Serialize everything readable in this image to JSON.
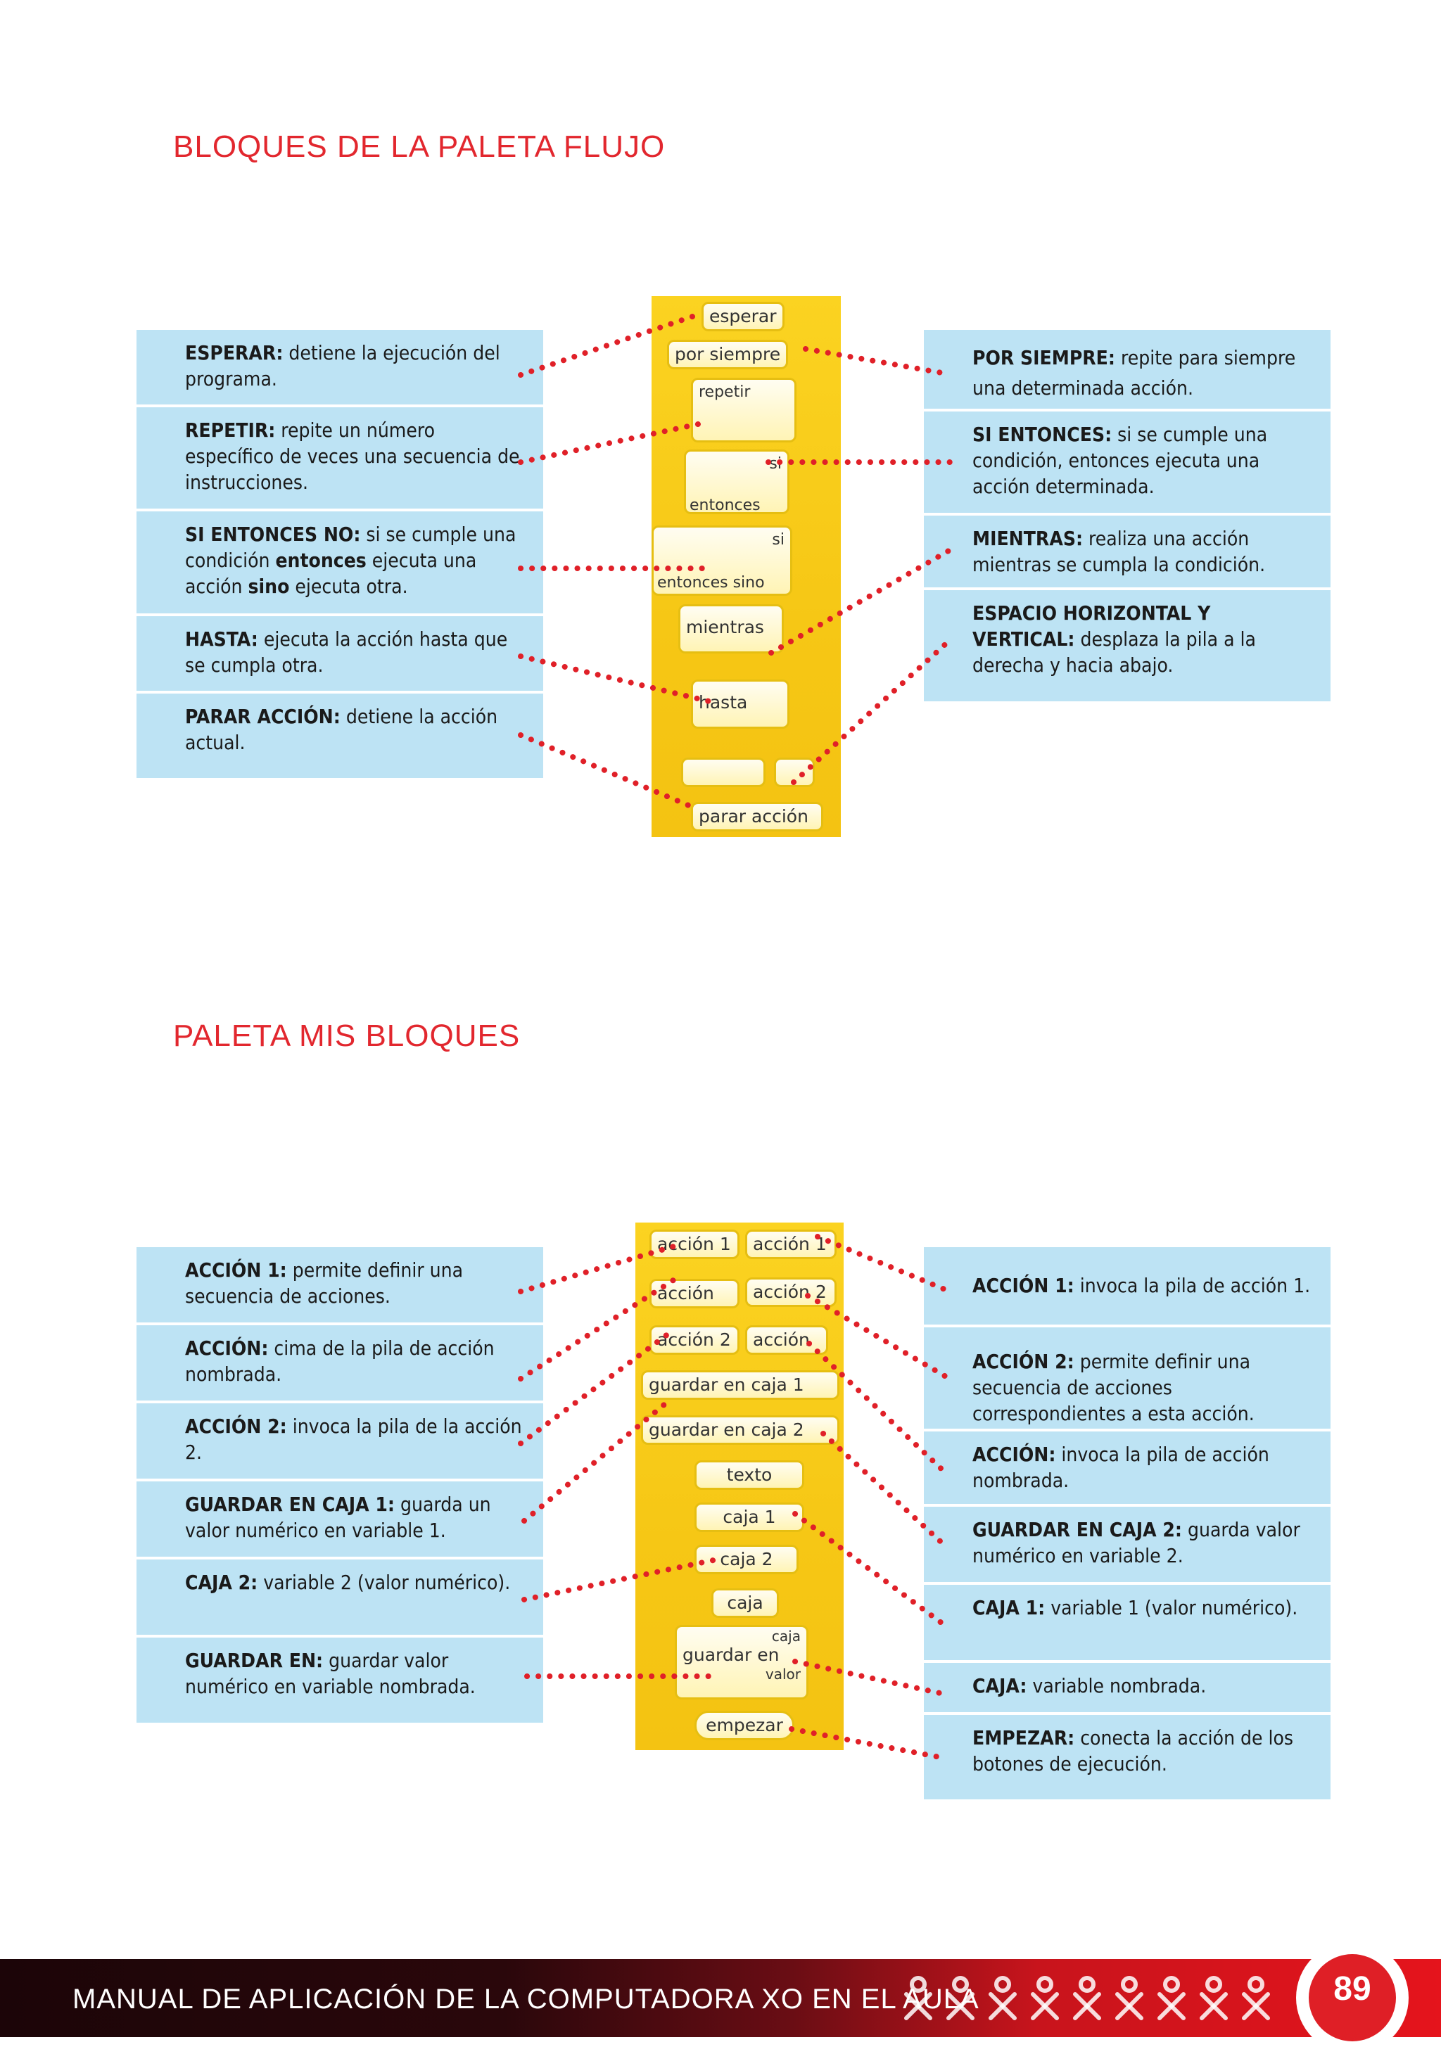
{
  "sections": [
    {
      "title": "BLOQUES DE LA PALETA FLUJO",
      "left_items": [
        {
          "term": "ESPERAR:",
          "desc": " detiene la ejecución del programa."
        },
        {
          "term": "REPETIR:",
          "desc": " repite un número específico de veces una secuencia de instrucciones."
        },
        {
          "term": "SI ENTONCES NO:",
          "desc": " si se cumple una condición ",
          "term2": "entonces",
          "desc2": " ejecuta una acción ",
          "term3": "sino",
          "desc3": " ejecuta otra."
        },
        {
          "term": "HASTA:",
          "desc": " ejecuta la acción hasta que se cumpla otra."
        },
        {
          "term": "PARAR ACCIÓN:",
          "desc": " detiene la acción actual."
        }
      ],
      "right_items": [
        {
          "term": "POR SIEMPRE:",
          "desc": " repite para siempre una determinada acción."
        },
        {
          "term": "SI ENTONCES:",
          "desc": " si se cumple una condición, entonces ejecuta una acción determinada."
        },
        {
          "term": "MIENTRAS:",
          "desc": " realiza una acción mientras se cumpla la condición."
        },
        {
          "term": "ESPACIO HORIZONTAL Y VERTICAL:",
          "desc": " desplaza la pila a la derecha y hacia abajo."
        }
      ],
      "palette_blocks": [
        "esperar",
        "por siempre",
        "repetir",
        "si",
        "entonces",
        "si",
        "entonces sino",
        "mientras",
        "hasta",
        "parar acción"
      ]
    },
    {
      "title": "PALETA MIS BLOQUES",
      "left_items": [
        {
          "term": "ACCIÓN 1:",
          "desc": " permite definir una secuencia de acciones."
        },
        {
          "term": "ACCIÓN:",
          "desc": " cima de la pila de acción nombrada."
        },
        {
          "term": "ACCIÓN 2:",
          "desc": " invoca la pila de la acción 2."
        },
        {
          "term": "GUARDAR EN CAJA 1:",
          "desc": " guarda un valor numérico en variable 1."
        },
        {
          "term": "CAJA 2:",
          "desc": " variable 2 (valor numérico)."
        },
        {
          "term": "GUARDAR EN:",
          "desc": " guardar valor numérico en variable nombrada."
        }
      ],
      "right_items": [
        {
          "term": "ACCIÓN 1:",
          "desc": " invoca la pila de acción 1."
        },
        {
          "term": "ACCIÓN 2:",
          "desc": " permite definir una secuencia de acciones correspondientes a esta acción."
        },
        {
          "term": "ACCIÓN:",
          "desc": " invoca la pila de acción nombrada."
        },
        {
          "term": "GUARDAR EN CAJA 2:",
          "desc": " guarda valor numérico en variable 2."
        },
        {
          "term": "CAJA 1:",
          "desc": " variable 1 (valor numérico)."
        },
        {
          "term": "CAJA:",
          "desc": " variable nombrada."
        },
        {
          "term": "EMPEZAR:",
          "desc": " conecta la acción de los botones de ejecución."
        }
      ],
      "palette_blocks": [
        "acción 1",
        "acción 1",
        "acción",
        "acción 2",
        "acción 2",
        "acción",
        "guardar en caja 1",
        "guardar en caja 2",
        "texto",
        "caja 1",
        "caja 2",
        "caja",
        "caja",
        "guardar en",
        "valor",
        "empezar"
      ]
    }
  ],
  "footer": {
    "title": "MANUAL DE APLICACIÓN DE LA COMPUTADORA XO EN EL AULA",
    "page_number": "89"
  },
  "colors": {
    "accent": "#e2272e",
    "panel": "#bde3f4",
    "palette": "#f6c715",
    "connector": "#e02028"
  }
}
